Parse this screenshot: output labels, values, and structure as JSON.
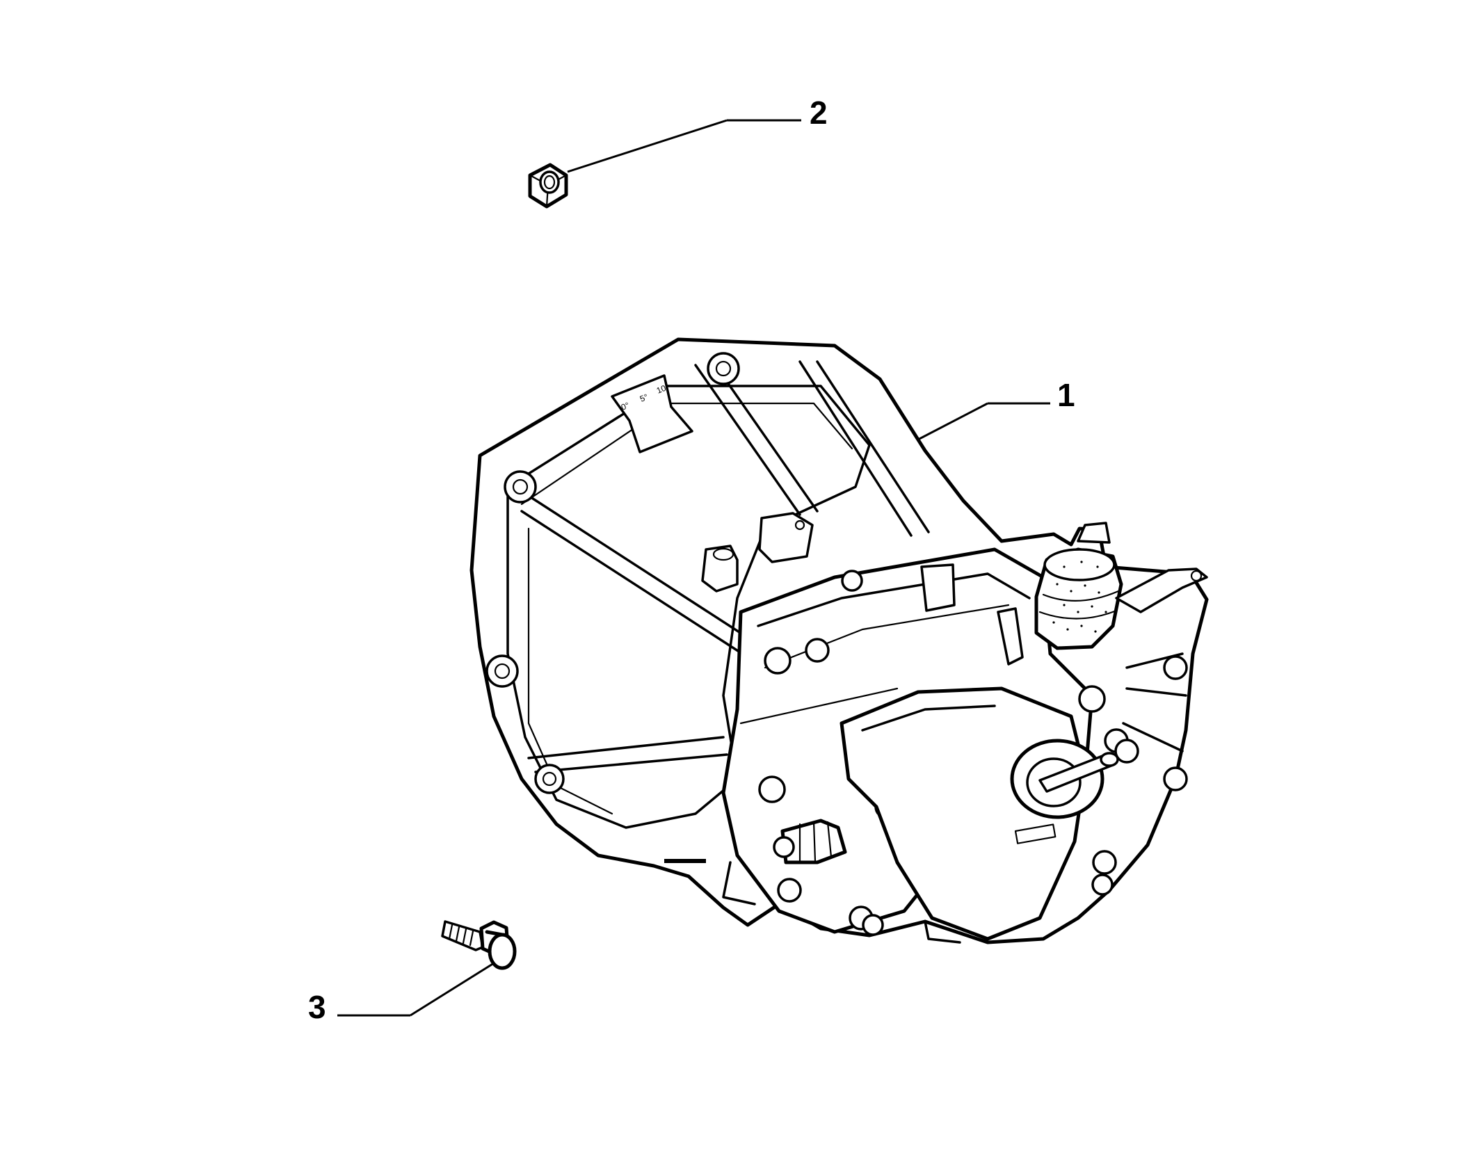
{
  "callouts": [
    {
      "id": "1",
      "label": "1",
      "part": "gearbox-assembly"
    },
    {
      "id": "2",
      "label": "2",
      "part": "hex-nut"
    },
    {
      "id": "3",
      "label": "3",
      "part": "bolt"
    }
  ],
  "scale_markings": [
    "0°",
    "5°",
    "10°"
  ],
  "ink_color": "#000000",
  "background_color": "#ffffff"
}
